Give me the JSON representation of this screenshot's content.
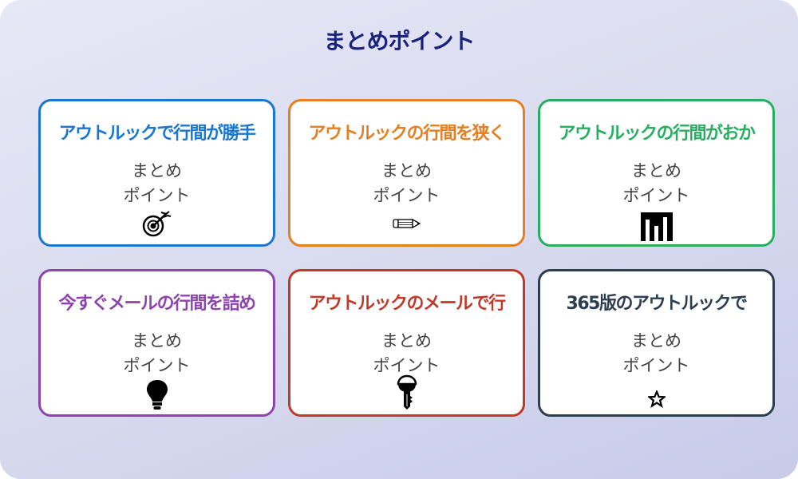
{
  "page": {
    "title": "まとめポイント"
  },
  "cards": [
    {
      "title": "アウトルックで行間が勝手",
      "subtitle_line1": "まとめ",
      "subtitle_line2": "ポイント",
      "icon": "target-icon",
      "color": "#1976d2"
    },
    {
      "title": "アウトルックの行間を狭く",
      "subtitle_line1": "まとめ",
      "subtitle_line2": "ポイント",
      "icon": "pencil-icon",
      "color": "#e67e22"
    },
    {
      "title": "アウトルックの行間がおか",
      "subtitle_line1": "まとめ",
      "subtitle_line2": "ポイント",
      "icon": "building-icon",
      "color": "#27ae60"
    },
    {
      "title": "今すぐメールの行間を詰め",
      "subtitle_line1": "まとめ",
      "subtitle_line2": "ポイント",
      "icon": "lightbulb-icon",
      "color": "#8e44ad"
    },
    {
      "title": "アウトルックのメールで行",
      "subtitle_line1": "まとめ",
      "subtitle_line2": "ポイント",
      "icon": "key-icon",
      "color": "#c0392b"
    },
    {
      "title": "365版のアウトルックで",
      "subtitle_line1": "まとめ",
      "subtitle_line2": "ポイント",
      "icon": "star-icon",
      "color": "#2c3e50"
    }
  ]
}
